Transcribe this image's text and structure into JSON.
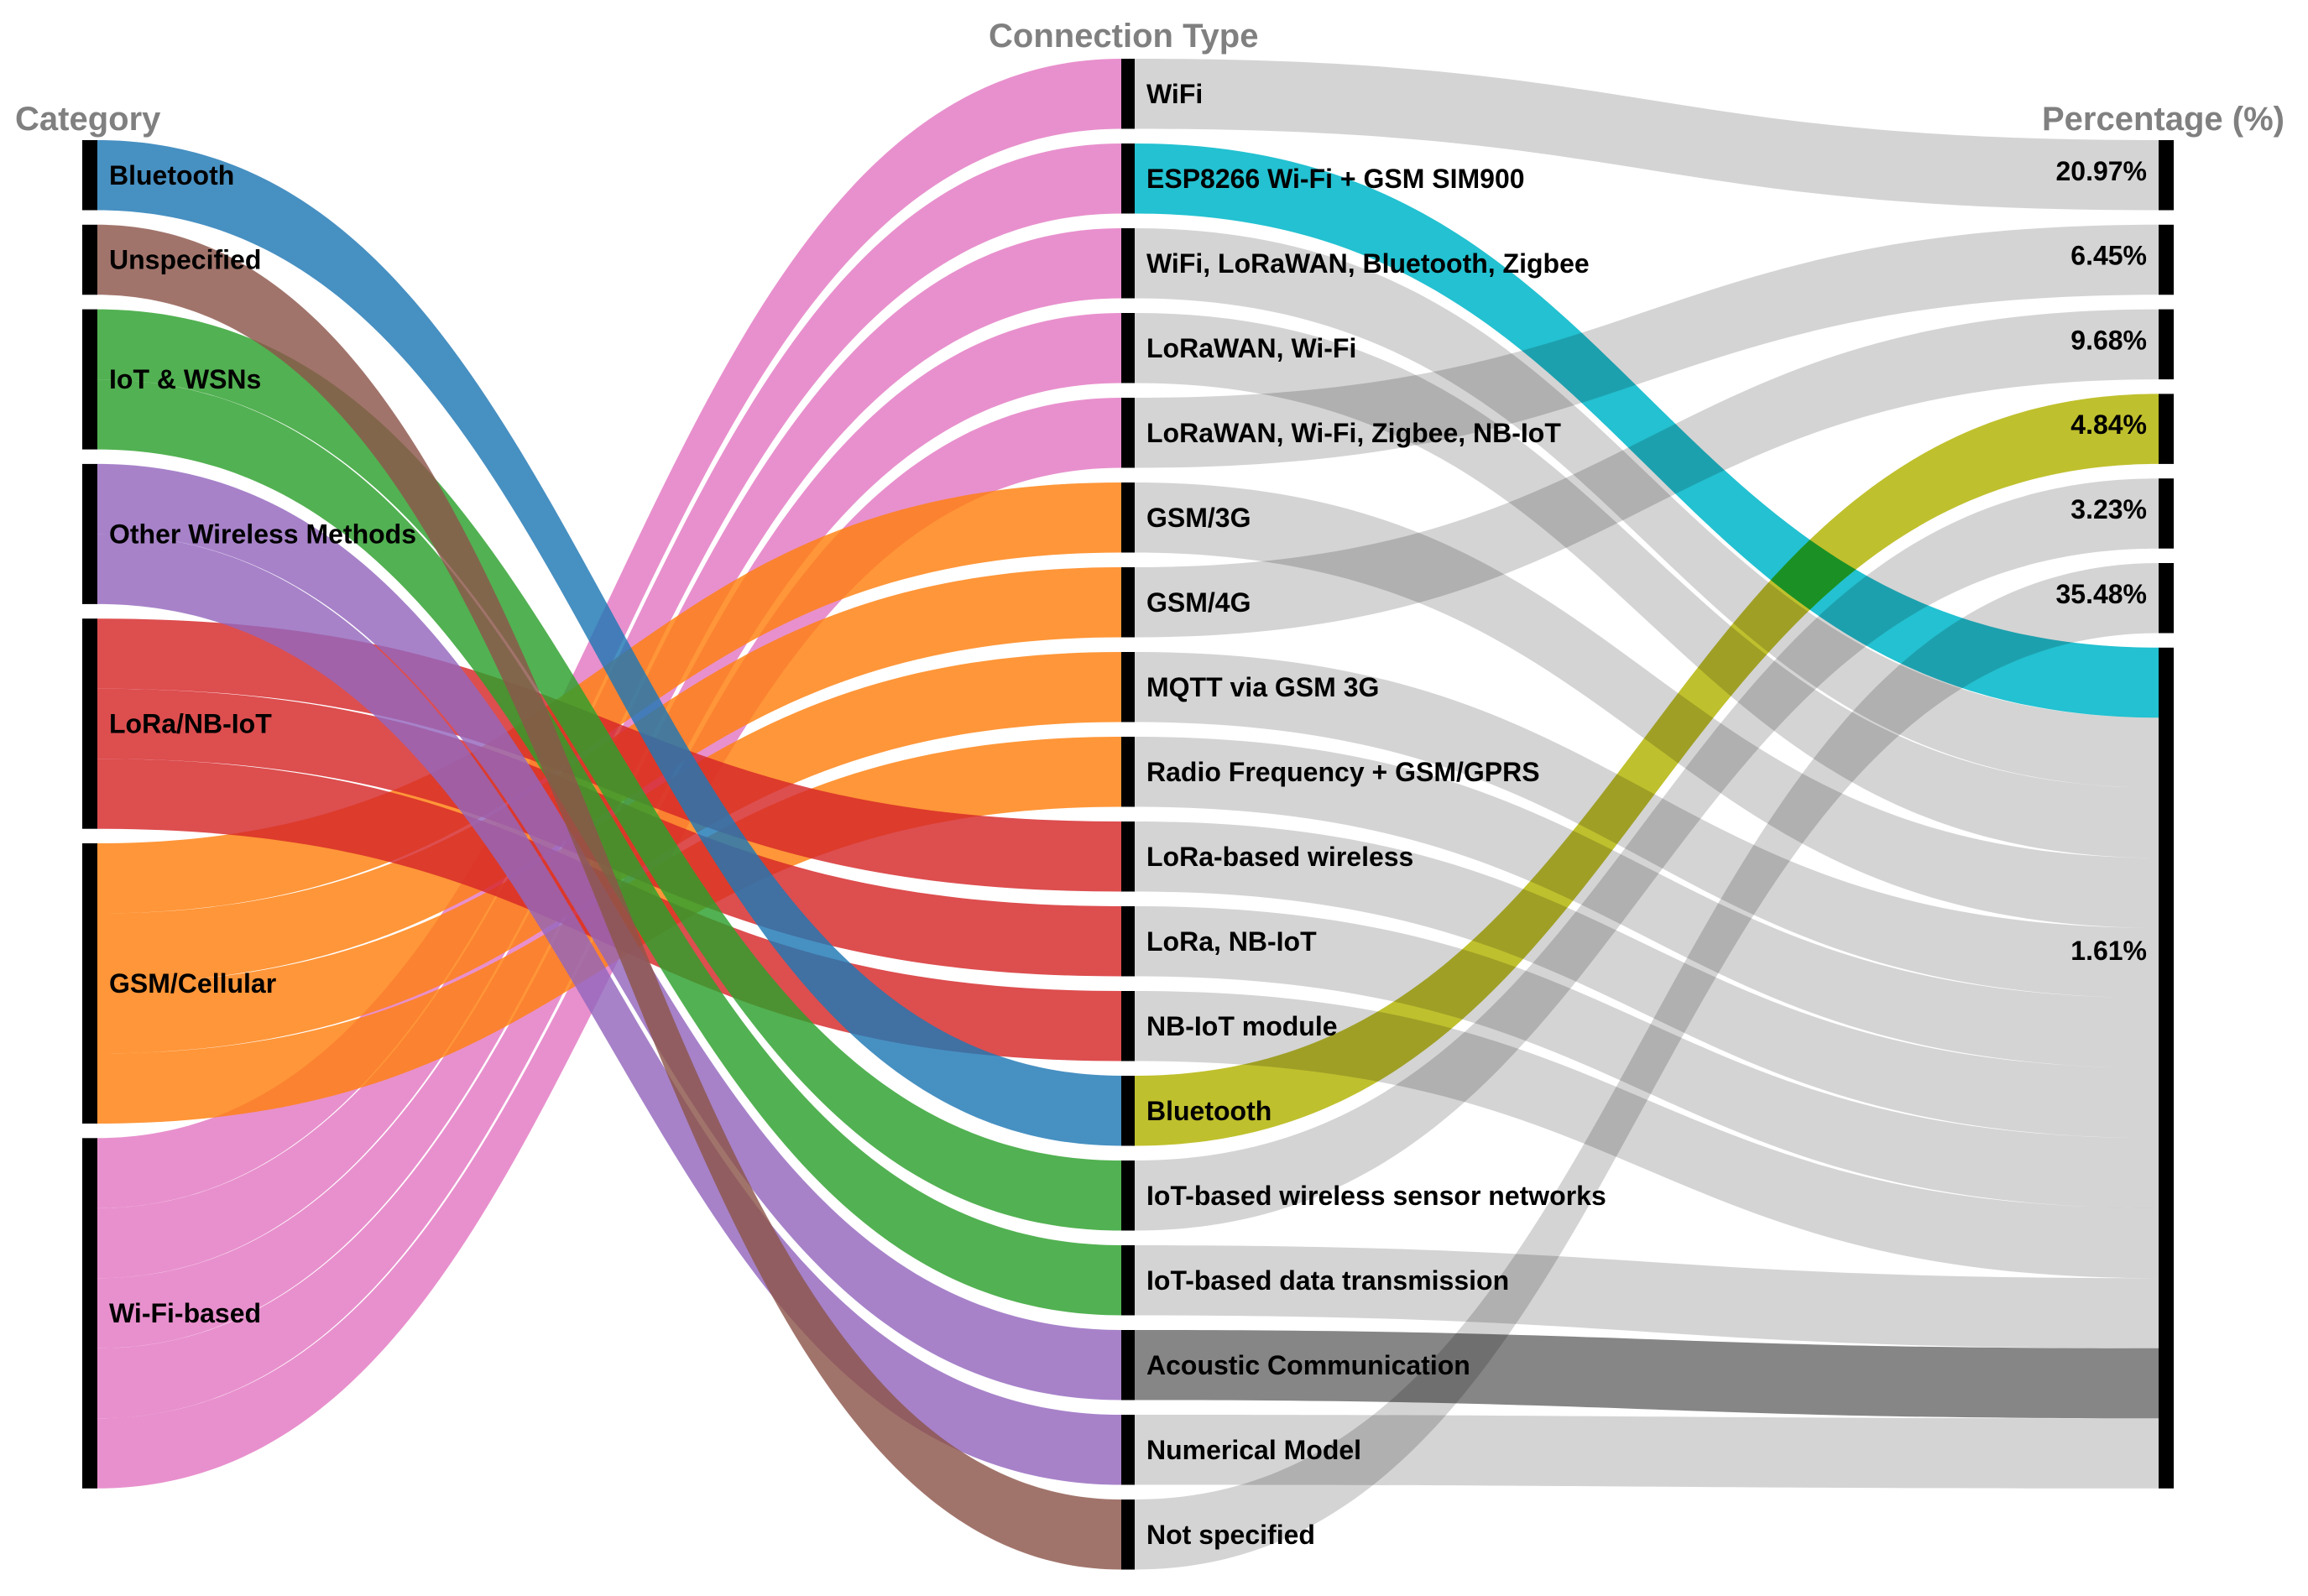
{
  "chart_data": {
    "type": "sankey",
    "title": "",
    "columns": [
      {
        "key": "category",
        "title": "Category"
      },
      {
        "key": "connection",
        "title": "Connection Type"
      },
      {
        "key": "percentage",
        "title": "Percentage (%)"
      }
    ],
    "categories": [
      {
        "id": "bluetooth",
        "label": "Bluetooth",
        "color": "#1f77b4",
        "value": 1
      },
      {
        "id": "unspecified",
        "label": "Unspecified",
        "color": "#8c564b",
        "value": 1
      },
      {
        "id": "iot_wsn",
        "label": "IoT & WSNs",
        "color": "#2ca02c",
        "value": 2
      },
      {
        "id": "other",
        "label": "Other Wireless Methods",
        "color": "#9467bd",
        "value": 2
      },
      {
        "id": "lora",
        "label": "LoRa/NB-IoT",
        "color": "#d62728",
        "value": 3
      },
      {
        "id": "gsm",
        "label": "GSM/Cellular",
        "color": "#ff7f0e",
        "value": 4
      },
      {
        "id": "wifi",
        "label": "Wi-Fi-based",
        "color": "#e377c2",
        "value": 5
      }
    ],
    "connections": [
      {
        "label": "WiFi",
        "category": "wifi",
        "percentage": "20.97%"
      },
      {
        "label": "ESP8266 Wi-Fi + GSM SIM900",
        "category": "wifi",
        "percentage": "1.61%",
        "highlight": "#17becf"
      },
      {
        "label": "WiFi, LoRaWAN, Bluetooth, Zigbee",
        "category": "wifi",
        "percentage": "1.61%"
      },
      {
        "label": "LoRaWAN, Wi-Fi",
        "category": "wifi",
        "percentage": "1.61%"
      },
      {
        "label": "LoRaWAN, Wi-Fi, Zigbee, NB-IoT",
        "category": "wifi",
        "percentage": "6.45%"
      },
      {
        "label": "GSM/3G",
        "category": "gsm",
        "percentage": "1.61%"
      },
      {
        "label": "GSM/4G",
        "category": "gsm",
        "percentage": "9.68%"
      },
      {
        "label": "MQTT via GSM 3G",
        "category": "gsm",
        "percentage": "1.61%"
      },
      {
        "label": "Radio Frequency + GSM/GPRS",
        "category": "gsm",
        "percentage": "1.61%"
      },
      {
        "label": "LoRa-based wireless",
        "category": "lora",
        "percentage": "1.61%"
      },
      {
        "label": "LoRa, NB-IoT",
        "category": "lora",
        "percentage": "1.61%"
      },
      {
        "label": "NB-IoT module",
        "category": "lora",
        "percentage": "1.61%"
      },
      {
        "label": "Bluetooth",
        "category": "bluetooth",
        "percentage": "4.84%",
        "highlight": "#bcbd22"
      },
      {
        "label": "IoT-based wireless sensor networks",
        "category": "iot_wsn",
        "percentage": "3.23%"
      },
      {
        "label": "IoT-based data transmission",
        "category": "iot_wsn",
        "percentage": "1.61%"
      },
      {
        "label": "Acoustic Communication",
        "category": "other",
        "percentage": "1.61%",
        "highlight": "#7f7f7f"
      },
      {
        "label": "Numerical Model",
        "category": "other",
        "percentage": "1.61%"
      },
      {
        "label": "Not specified",
        "category": "unspecified",
        "percentage": "35.48%"
      }
    ],
    "percentages": [
      {
        "label": "20.97%",
        "count": 1
      },
      {
        "label": "6.45%",
        "count": 1
      },
      {
        "label": "9.68%",
        "count": 1
      },
      {
        "label": "4.84%",
        "count": 1
      },
      {
        "label": "3.23%",
        "count": 1
      },
      {
        "label": "35.48%",
        "count": 1
      },
      {
        "label": "1.61%",
        "count": 12
      }
    ],
    "link_color_right": "#cccccc"
  }
}
